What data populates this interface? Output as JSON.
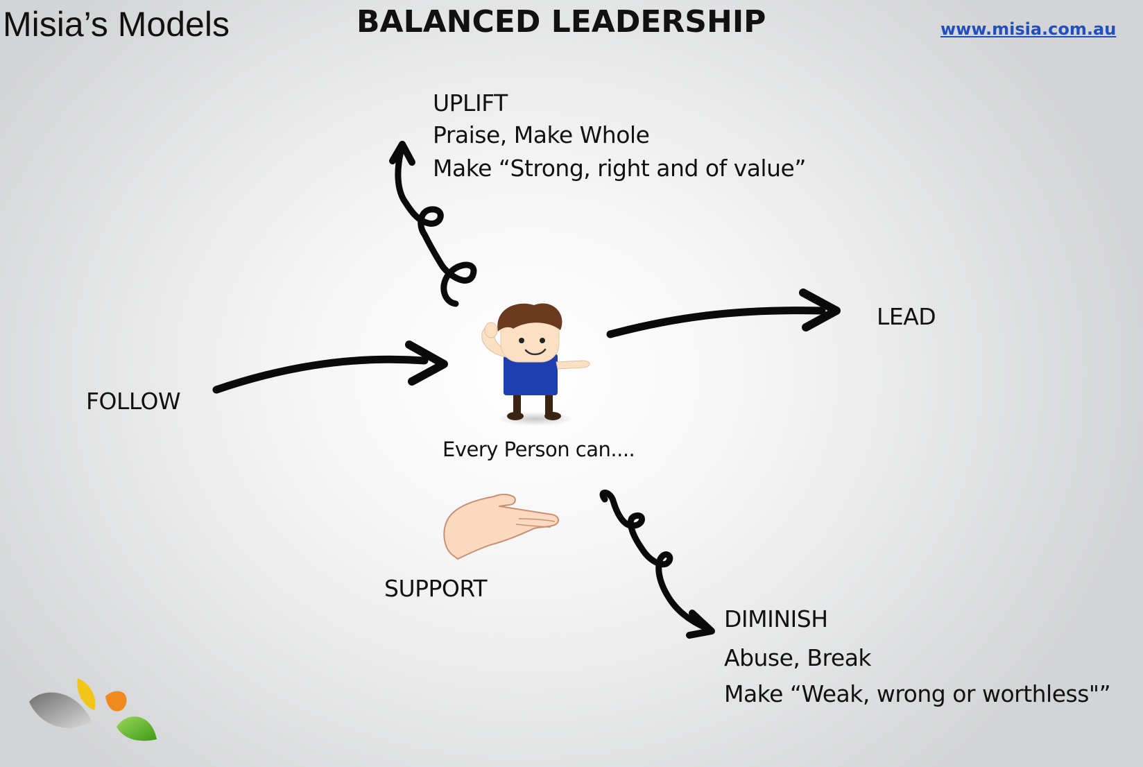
{
  "header": {
    "brand": "Misia’s Models",
    "title": "BALANCED LEADERSHIP",
    "website": "www.misia.com.au"
  },
  "diagram": {
    "center_caption": "Every Person can....",
    "uplift": {
      "heading": "UPLIFT",
      "line1": "Praise, Make Whole",
      "line2": "Make “Strong, right and of value”"
    },
    "lead": "LEAD",
    "follow": "FOLLOW",
    "support": "SUPPORT",
    "diminish": {
      "heading": "DIMINISH",
      "line1": "Abuse, Break",
      "line2": "Make “Weak, wrong or worthless\"”"
    }
  },
  "icons": {
    "person": "person-figure-icon",
    "hand": "open-hand-icon",
    "logo": "leaves-logo-icon"
  },
  "colors": {
    "arrow": "#0a0a0a",
    "link": "#1f4fc0",
    "shirt": "#1d3fb0",
    "hair": "#6b3a1e",
    "skin": "#fbe0c3",
    "leaf_grey": "#9a9a9a",
    "leaf_yellow": "#f2c618",
    "leaf_orange": "#f08a1c",
    "leaf_green": "#5cb82a"
  }
}
